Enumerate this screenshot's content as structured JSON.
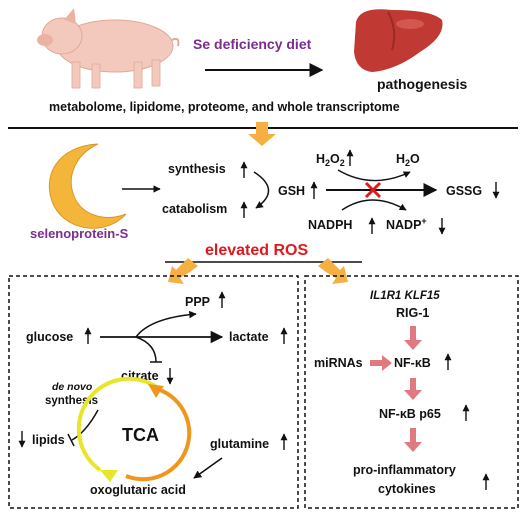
{
  "colors": {
    "ink": "#111111",
    "purple": "#7a2d8f",
    "red": "#e0191f",
    "orange_arrow": "#f5b041",
    "pink_arrow": "#e07a80",
    "crescent": "#f4b63a",
    "pig_skin": "#f3c9bd",
    "liver": "#c03a33",
    "tca_yellow": "#e6e62a",
    "tca_orange": "#f0961e"
  },
  "header": {
    "diet": "Se deficiency diet",
    "pathogenesis": "pathogenesis",
    "omics": "metabolome, lipidome, proteome, and whole transcriptome"
  },
  "selenoprotein": {
    "label": "selenoprotein-S",
    "synthesis": "synthesis",
    "catabolism": "catabolism",
    "gsh": "GSH",
    "h2o2": "H",
    "h2o2_sub": "2",
    "h2o2_tail": "O",
    "h2o2_sub2": "2",
    "h2o": "H",
    "h2o_sub": "2",
    "h2o_tail": "O",
    "gssg": "GSSG",
    "nadph": "NADPH",
    "nadp": "NADP",
    "nadp_sup": "+"
  },
  "ros": {
    "label": "elevated ROS"
  },
  "metabolism": {
    "ppp": "PPP",
    "glucose": "glucose",
    "lactate": "lactate",
    "citrate": "citrate",
    "de_novo": "de novo",
    "synthesis": "synthesis",
    "lipids": "lipids",
    "tca": "TCA",
    "glutamine": "glutamine",
    "oxoglutaric": "oxoglutaric acid"
  },
  "inflammation": {
    "genes": "IL1R1  KLF15",
    "rig1": "RIG-1",
    "mirnas": "miRNAs",
    "nfkb": "NF-κB",
    "nfkb_p65": "NF-κB p65",
    "proinflam_1": "pro-inflammatory",
    "proinflam_2": "cytokines"
  }
}
